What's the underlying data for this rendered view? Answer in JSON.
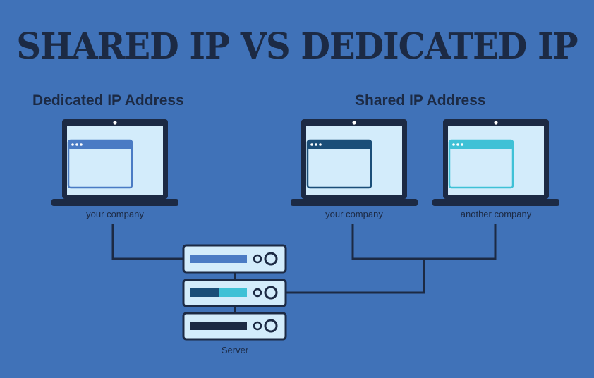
{
  "title": "SHARED IP VS DEDICATED IP",
  "left_heading": "Dedicated IP Address",
  "right_heading": "Shared IP Address",
  "laptops": [
    {
      "caption": "your company",
      "window_bar_color": "#4a7bc4"
    },
    {
      "caption": "your company",
      "window_bar_color": "#1b4e78"
    },
    {
      "caption": "another company",
      "window_bar_color": "#3fc1d6"
    }
  ],
  "server": {
    "caption": "Server"
  },
  "colors": {
    "background": "#4072b8",
    "dark": "#1c2a44",
    "screen": "#d3ecfb",
    "accent_cyan": "#3fc1d6",
    "accent_blue": "#4a7bc4",
    "accent_navy": "#1b4e78"
  }
}
